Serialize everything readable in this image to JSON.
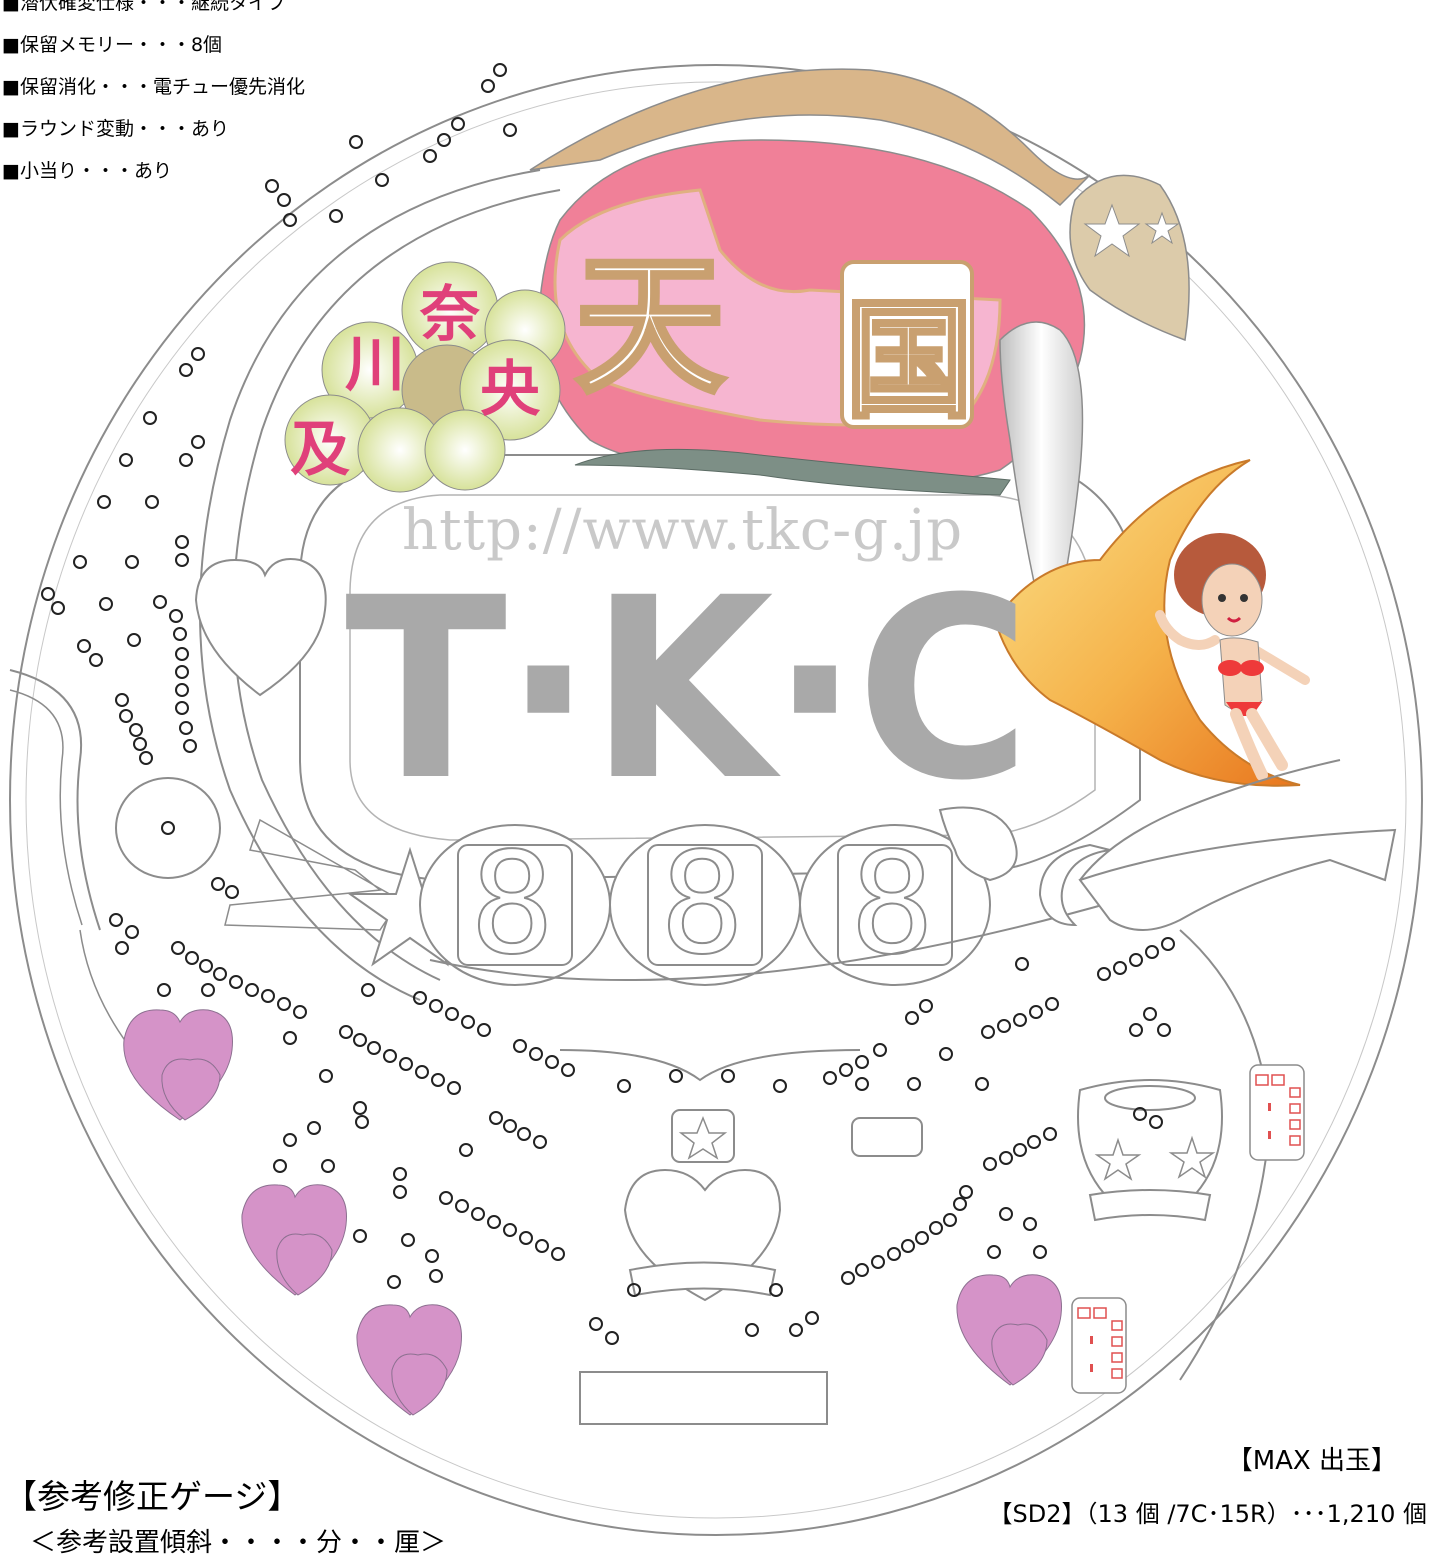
{
  "specs": [
    "■潜伏確変仕様・・・継続タイプ",
    "■保留メモリー・・・8個",
    "■保留消化・・・電チュー優先消化",
    "■ラウンド変動・・・あり",
    "■小当り・・・あり"
  ],
  "title_chars": {
    "ten": "天",
    "koku": "国",
    "na": "奈",
    "kawa": "川",
    "oyobi": "及",
    "nakaba": "央"
  },
  "watermark": {
    "url": "http://www.tkc-g.jp",
    "logo": "T·K·C"
  },
  "reel_digits": [
    "8",
    "8",
    "8"
  ],
  "bottom_left": {
    "heading": "【参考修正ゲージ】",
    "subheading": "＜参考設置傾斜・・・・分・・厘＞"
  },
  "max_output": {
    "heading": "【MAX 出玉】",
    "value": "【SD2】（13 個 /7C･15R）･･･1,210 個"
  },
  "colors": {
    "outline": "#8c8c8c",
    "heart_purple": "#d593c8",
    "peach_pink": "#f08098",
    "peach_light": "#f6b5d0",
    "peach_brown": "#d9b68a",
    "grape_green": "#d9e59a",
    "leaf_tan": "#dccbaa",
    "banana_yellow": "#f7c55a",
    "banana_orange": "#ee8a2a",
    "red_segment": "#e05050",
    "text_pink": "#e0407a"
  }
}
